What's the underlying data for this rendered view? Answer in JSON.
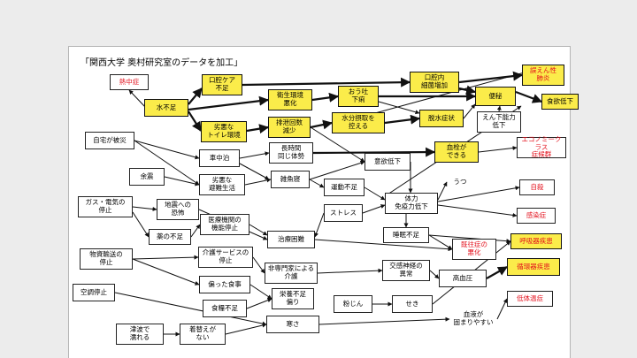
{
  "caption": "「関西大学 奥村研究室のデータを加工」",
  "colors": {
    "yellow": "#fbec4a",
    "red_text": "#e3101c",
    "frame": "#ffffff",
    "background": "#ececec"
  },
  "nodes": {
    "heatstroke": "熱中症",
    "dehydration": "水不足",
    "oral_care": "口腔ケア\n不足",
    "sanitation": "衛生環境\n悪化",
    "vomit": "おう吐\n下痢",
    "oral_bacteria": "口腔内\n細菌増加",
    "aspiration_pneumonia": "誤えん性\n肺炎",
    "constipation": "便秘",
    "appetite_loss": "食欲低下",
    "bad_toilet": "劣悪な\nトイレ環境",
    "fewer_excretion": "排泄回数\n減少",
    "restrict_water": "水分摂取を\n控える",
    "dehydration_symptom": "脱水症状",
    "swallow_decline": "えん下能力\n低下",
    "home_damage": "自宅が被災",
    "car_stay": "車中泊",
    "long_sitting": "長時間\n同じ体勢",
    "blood_clot": "血栓が\nできる",
    "economy_class": "エコノミークラス\n症候群",
    "consciousness_decline": "意欲低下",
    "aftershock": "余震",
    "bad_shelter": "劣悪な\n避難生活",
    "sleep_crowded": "雑魚寝",
    "lack_exercise": "運動不足",
    "utu": "うつ",
    "suicide": "自殺",
    "gas_outage": "ガス・電気の\n停止",
    "fear": "地震への\n恐怖",
    "stress": "ストレス",
    "immunity_decline": "体力\n免疫力低下",
    "infection": "感染症",
    "medical_stop": "医療機関の\n機能停止",
    "treatment_difficulty": "治療困難",
    "insomnia": "睡眠不足",
    "chronic_worse": "既往症の\n悪化",
    "respiratory": "呼吸器疾患",
    "medicine_shortage": "薬の不足",
    "supply_stop": "物資輸送の\n停止",
    "care_service_stop": "介護サービスの\n停止",
    "non_expert_care": "非専門家による\n介護",
    "sympathetic": "交感神経の\n異常",
    "circulatory": "循環器疾患",
    "unbalanced_diet": "偏った食事",
    "hypertension": "高血圧",
    "ac_stop": "空調停止",
    "nutrition_imbalance": "栄養不足\n偏り",
    "food_shortage": "食糧不足",
    "dust": "粉じん",
    "cough": "せき",
    "hypothermia": "低体温症",
    "tsunami_wet": "津波で\n濡れる",
    "no_change_clothes": "着替えが\nない",
    "cold": "寒さ",
    "clotting_blood": "血液が\n固まりやすい"
  }
}
